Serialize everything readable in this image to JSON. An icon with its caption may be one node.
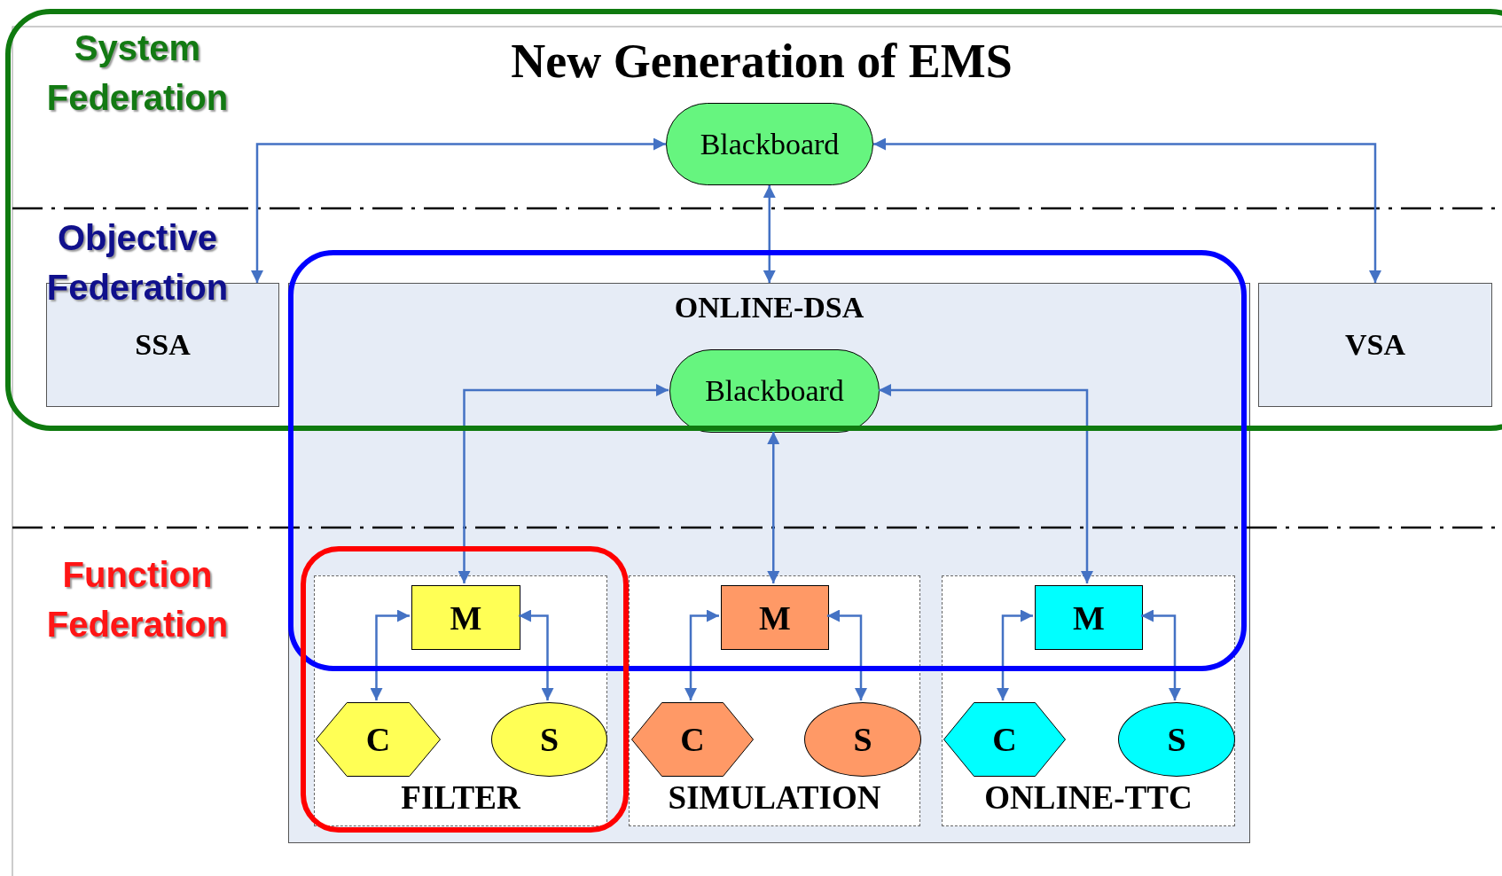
{
  "diagram": {
    "title": "New Generation of EMS",
    "nodes": [
      {
        "text": [
          "Blackboard"
        ]
      },
      {
        "text": [
          "SSA"
        ]
      },
      {
        "text": [
          "ONLINE-DSA"
        ]
      },
      {
        "text": [
          "Blackboard"
        ],
        "in": 2
      },
      {
        "text": [
          "VSA"
        ]
      },
      {
        "text": [
          "FILTER"
        ],
        "in": 2
      },
      {
        "text": [
          "M"
        ],
        "in": 5
      },
      {
        "text": [
          "C"
        ],
        "in": 5
      },
      {
        "text": [
          "S"
        ],
        "in": 5
      },
      {
        "text": [
          "SIMULATION"
        ],
        "in": 2
      },
      {
        "text": [
          "M"
        ],
        "in": 9
      },
      {
        "text": [
          "C"
        ],
        "in": 9
      },
      {
        "text": [
          "S"
        ],
        "in": 9
      },
      {
        "text": [
          "ONLINE-TTC"
        ],
        "in": 2
      },
      {
        "text": [
          "M"
        ],
        "in": 13
      },
      {
        "text": [
          "C"
        ],
        "in": 13
      },
      {
        "text": [
          "S"
        ],
        "in": 13
      }
    ],
    "edges": [
      {
        "from": 0,
        "to": 1,
        "arrow": "both"
      },
      {
        "from": 0,
        "to": 4,
        "arrow": "both"
      },
      {
        "from": 0,
        "to": 2,
        "arrow": "both"
      },
      {
        "from": 3,
        "to": 6,
        "arrow": "both"
      },
      {
        "from": 3,
        "to": 10,
        "arrow": "both"
      },
      {
        "from": 3,
        "to": 14,
        "arrow": "both"
      },
      {
        "from": 6,
        "to": 7,
        "arrow": "both"
      },
      {
        "from": 6,
        "to": 8,
        "arrow": "both"
      },
      {
        "from": 10,
        "to": 11,
        "arrow": "both"
      },
      {
        "from": 10,
        "to": 12,
        "arrow": "both"
      },
      {
        "from": 14,
        "to": 15,
        "arrow": "both"
      },
      {
        "from": 14,
        "to": 16,
        "arrow": "both"
      }
    ],
    "labels": [
      "System Federation",
      "Objective Federation",
      "Function Federation"
    ]
  }
}
